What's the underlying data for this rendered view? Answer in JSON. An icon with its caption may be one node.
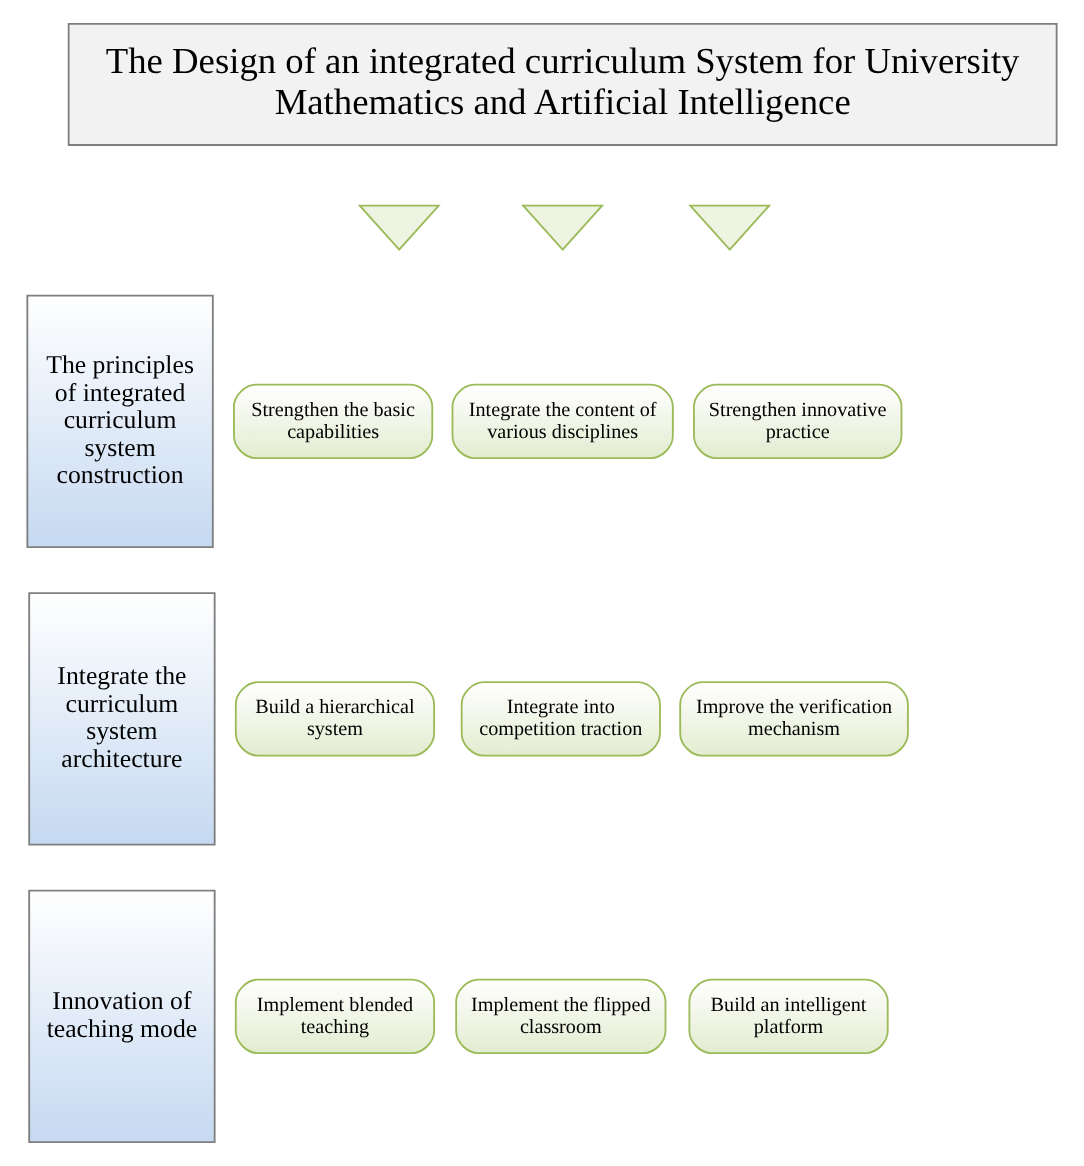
{
  "diagram": {
    "nodes": [
      {
        "text": [
          "The Design of an integrated curriculum System for University Mathematics and Artificial Intelligence"
        ]
      },
      {
        "text": [],
        "shape": "chevron"
      },
      {
        "text": [],
        "shape": "chevron"
      },
      {
        "text": [],
        "shape": "chevron"
      },
      {
        "text": [
          "The principles of integrated curriculum system construction"
        ]
      },
      {
        "text": [
          "Strengthen the basic capabilities"
        ]
      },
      {
        "text": [
          "Integrate the content of various disciplines"
        ]
      },
      {
        "text": [
          "Strengthen innovative practice"
        ]
      },
      {
        "text": [
          "Integrate the curriculum system architecture"
        ]
      },
      {
        "text": [
          "Build a hierarchical system"
        ]
      },
      {
        "text": [
          "Integrate into competition traction"
        ]
      },
      {
        "text": [
          "Improve the verification mechanism"
        ]
      },
      {
        "text": [
          "Innovation of teaching mode"
        ]
      },
      {
        "text": [
          "Implement blended teaching"
        ]
      },
      {
        "text": [
          "Implement the flipped classroom"
        ]
      },
      {
        "text": [
          "Build an intelligent platform"
        ]
      }
    ]
  }
}
